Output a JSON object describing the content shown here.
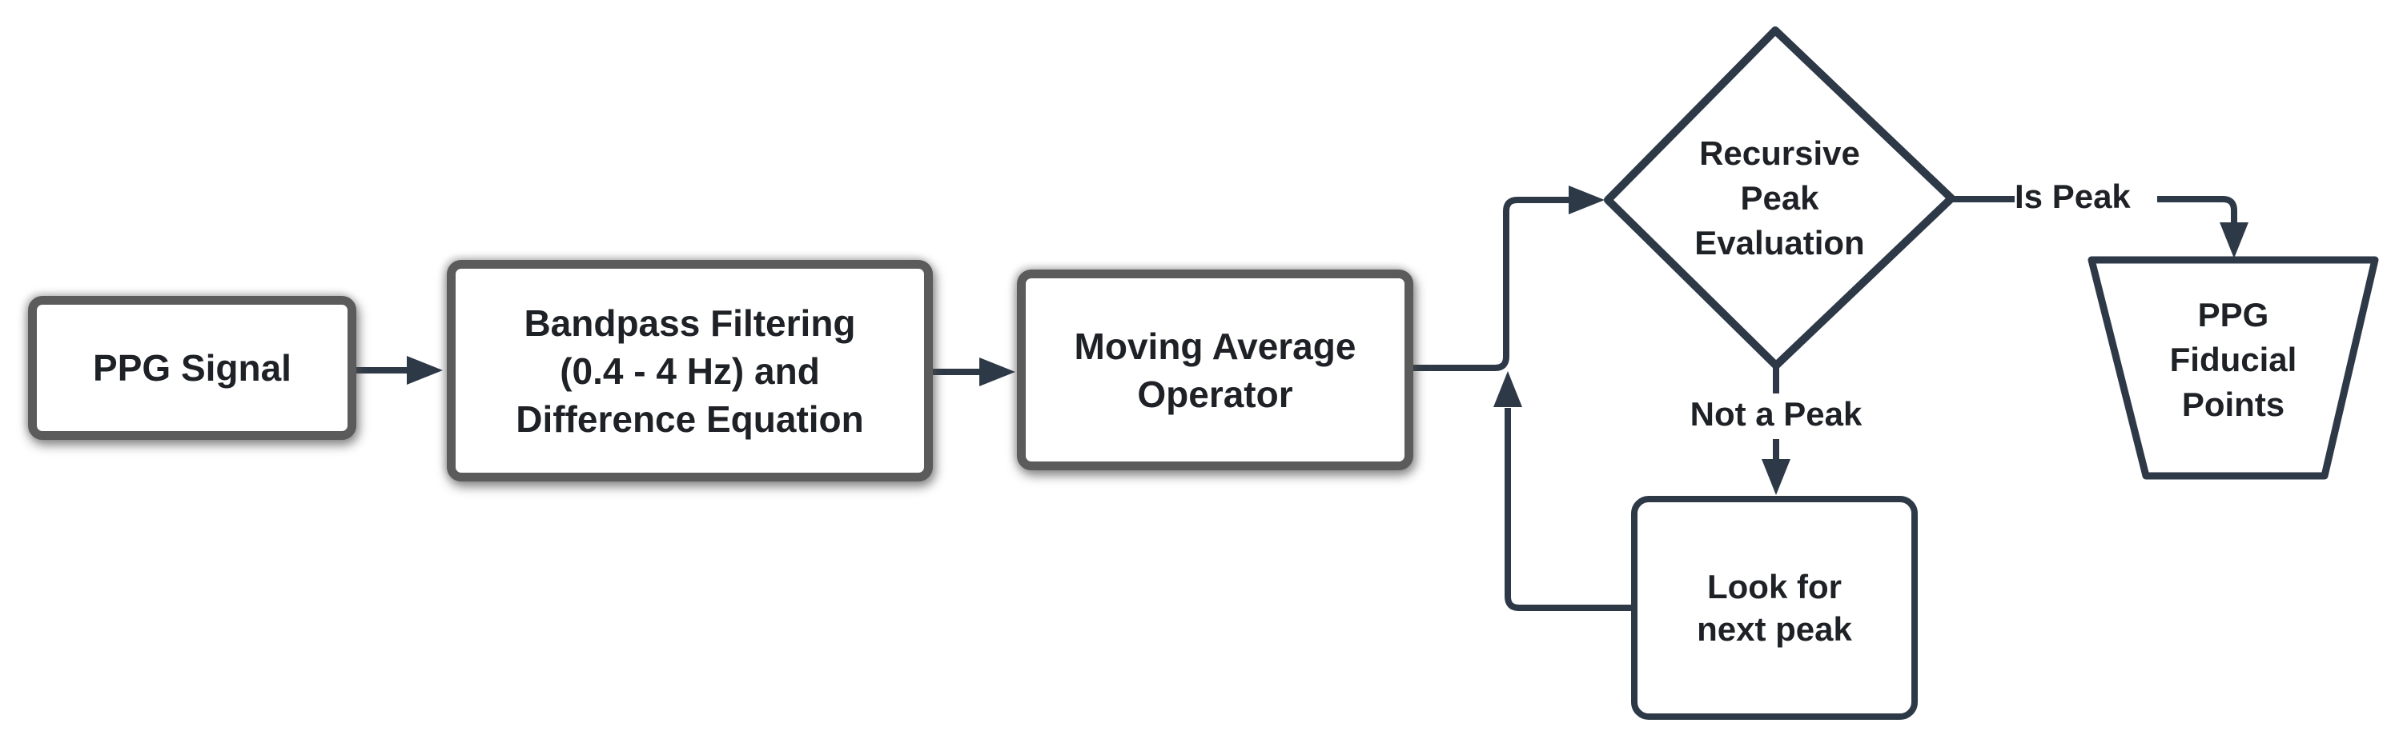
{
  "colors": {
    "connector": "#2e3947",
    "process_border": "#5b5b5b",
    "shape_fill": "#ffffff",
    "text": "#1e2126",
    "background": "#ffffff"
  },
  "nodes": {
    "ppg_signal": {
      "type": "process",
      "lines": [
        "PPG Signal"
      ]
    },
    "bandpass_filtering": {
      "type": "process",
      "lines": [
        "Bandpass Filtering",
        "(0.4 - 4 Hz) and",
        "Difference Equation"
      ]
    },
    "moving_average": {
      "type": "process",
      "lines": [
        "Moving Average",
        "Operator"
      ]
    },
    "recursive_peak_evaluation": {
      "type": "decision",
      "lines": [
        "Recursive",
        "Peak",
        "Evaluation"
      ]
    },
    "ppg_fiducial_points": {
      "type": "output-trapezoid",
      "lines": [
        "PPG",
        "Fiducial",
        "Points"
      ]
    },
    "look_for_next_peak": {
      "type": "flow-box",
      "lines": [
        "Look for",
        "next peak"
      ]
    }
  },
  "edge_labels": {
    "is_peak": "Is Peak",
    "not_a_peak": "Not a Peak"
  }
}
